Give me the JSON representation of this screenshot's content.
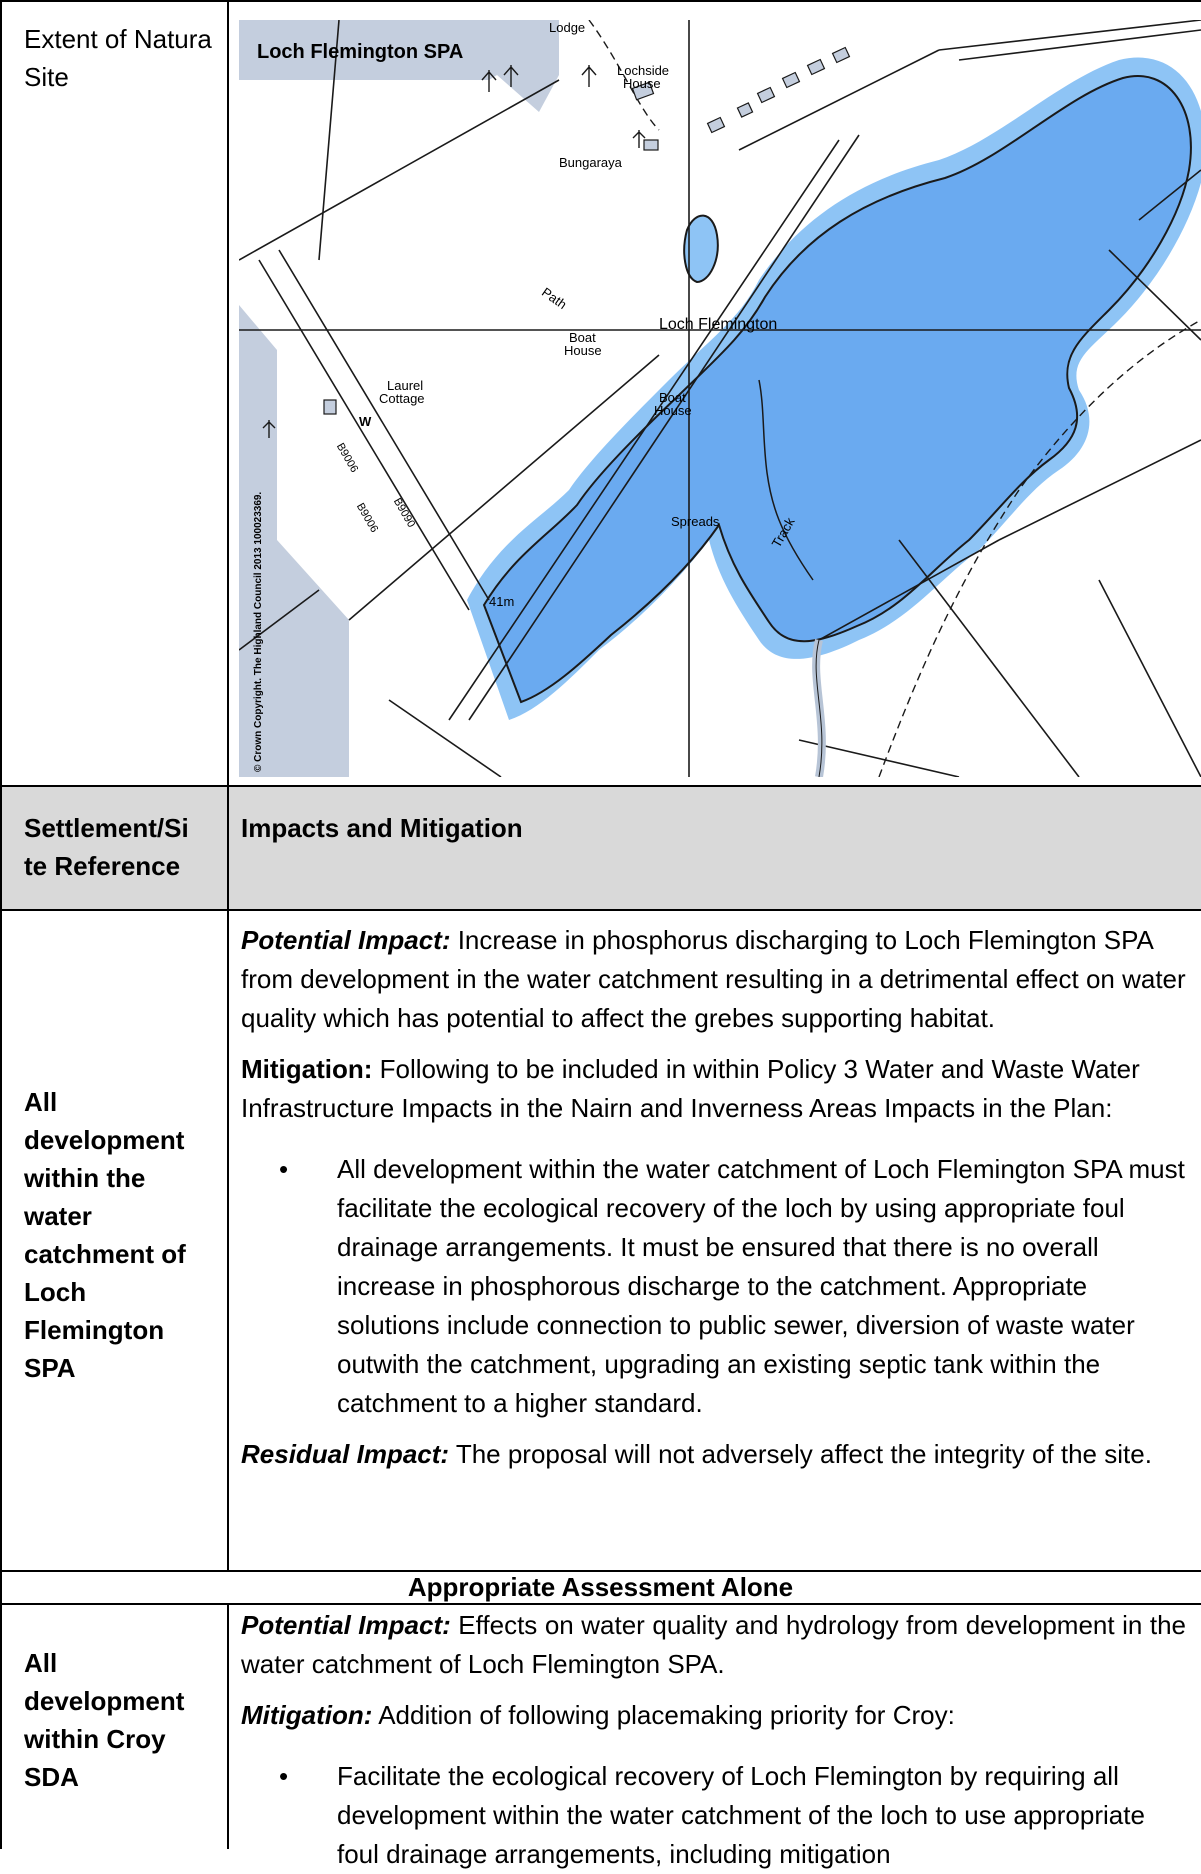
{
  "rows": {
    "extent": {
      "label": "Extent of Natura Site"
    },
    "header": {
      "col1": "Settlement/Si te Reference",
      "col2": "Impacts and Mitigation"
    },
    "row1": {
      "label": "All development within the water catchment of Loch Flemington SPA",
      "potential_head": "Potential Impact:",
      "potential_text": " Increase in phosphorus discharging to Loch Flemington SPA from development in the water catchment resulting in a detrimental effect on water quality which has potential to affect the grebes supporting habitat.",
      "mitigation_head": "Mitigation:",
      "mitigation_text": " Following to be included in within Policy 3 Water and Waste Water Infrastructure Impacts in the Nairn and Inverness Areas Impacts in the Plan:",
      "bullet": "All development within the water catchment of Loch Flemington SPA must facilitate the ecological recovery of the loch by using appropriate foul drainage arrangements. It must be ensured that there is no overall increase in phosphorous discharge to the catchment. Appropriate solutions include connection to public sewer, diversion of waste water outwith the catchment, upgrading an existing septic tank within the catchment to a higher standard.",
      "residual_head": "Residual Impact:",
      "residual_text": " The proposal will not adversely affect the integrity of the site."
    },
    "section": {
      "title": "Appropriate Assessment Alone"
    },
    "row2": {
      "label": "All development within Croy SDA",
      "potential_head": "Potential Impact:",
      "potential_text": " Effects on water quality and hydrology from development in the water catchment of Loch Flemington SPA.",
      "mitigation_head": "Mitigation:",
      "mitigation_text": " Addition of following placemaking priority for Croy:",
      "bullet": "Facilitate the ecological recovery of Loch Flemington by requiring all development within the water catchment of the loch to use appropriate foul drainage arrangements, including mitigation"
    }
  },
  "map": {
    "title": "Loch Flemington SPA",
    "copyright": "© Crown Copyright. The Highland Council 2013 100023369.",
    "labels": {
      "lodge": "Lodge",
      "lochside_1": "Lochside",
      "lochside_2": "House",
      "bungaraya": "Bungaraya",
      "path": "Path",
      "loch": "Loch Flemington",
      "boat1_1": "Boat",
      "boat1_2": "House",
      "boat2_1": "Boat",
      "boat2_2": "House",
      "laurel_1": "Laurel",
      "laurel_2": "Cottage",
      "w": "W",
      "road1": "B9006",
      "road2": "B9006",
      "road3": "B9090",
      "spreads": "Spreads",
      "track": "Track",
      "height": "41m"
    },
    "colors": {
      "water": "#6aaaf0",
      "buffer": "#8ec4f5",
      "woodland": "#c4cede",
      "line": "#1a1a1a",
      "stream": "#b7c4d6"
    }
  },
  "colors": {
    "header_bg": "#d9d9d9",
    "border": "#000000"
  }
}
